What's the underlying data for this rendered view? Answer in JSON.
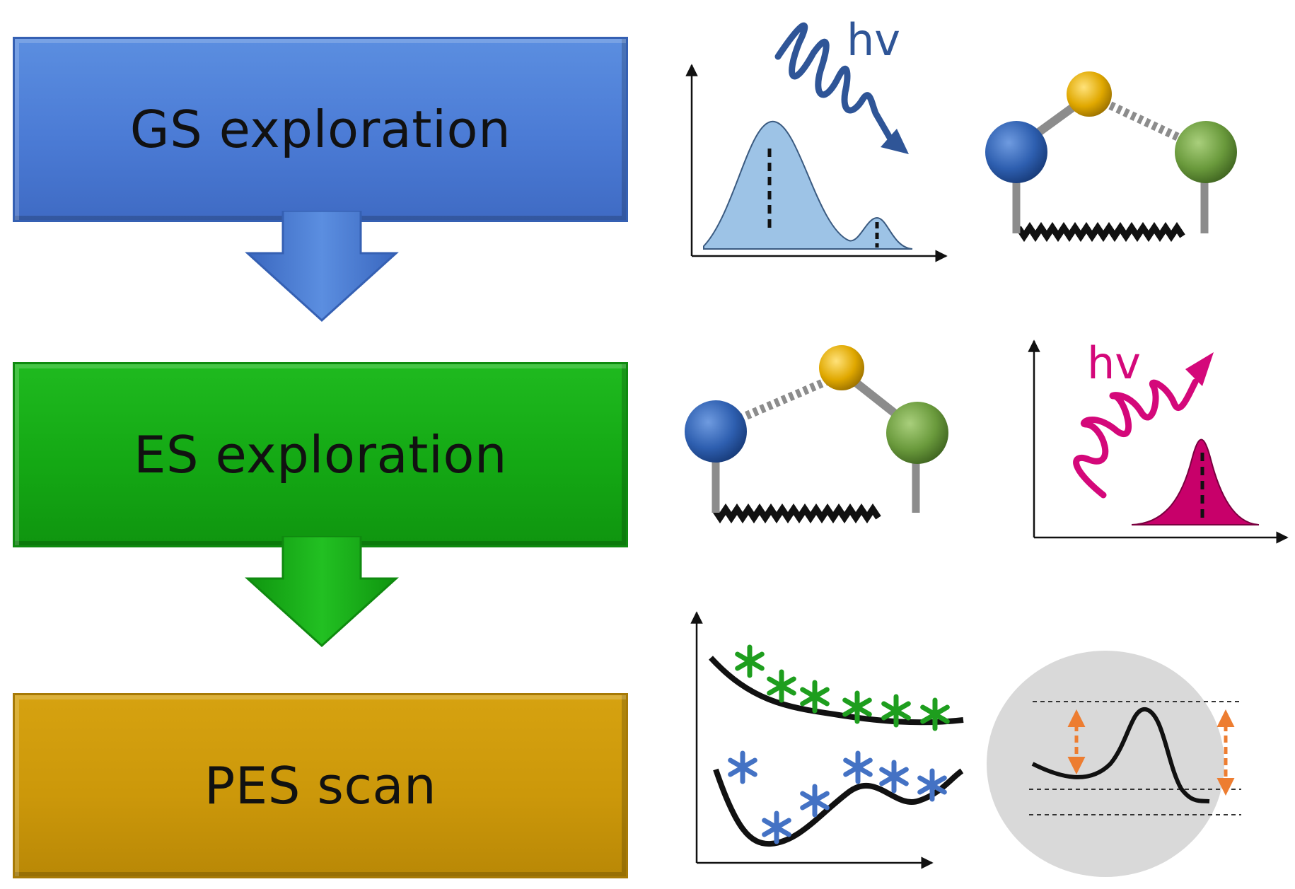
{
  "steps": [
    {
      "label": "GS exploration",
      "color": "#4b7bd5"
    },
    {
      "label": "ES exploration",
      "color": "#14a814"
    },
    {
      "label": "PES scan",
      "color": "#cc980a"
    }
  ],
  "photon": {
    "absorption_label": "hv",
    "emission_label": "hv",
    "absorption_color": "#2f5597",
    "emission_color": "#d4087a"
  },
  "atoms": {
    "blue": "#2e5fb0",
    "yellow": "#e0a800",
    "green": "#6a9a3c"
  },
  "scan_markers": {
    "upper_color": "#1e9e1e",
    "lower_color": "#4472c4"
  },
  "barrier_arrow_color": "#ed7d31",
  "ellipse_color": "#d9d9d9"
}
